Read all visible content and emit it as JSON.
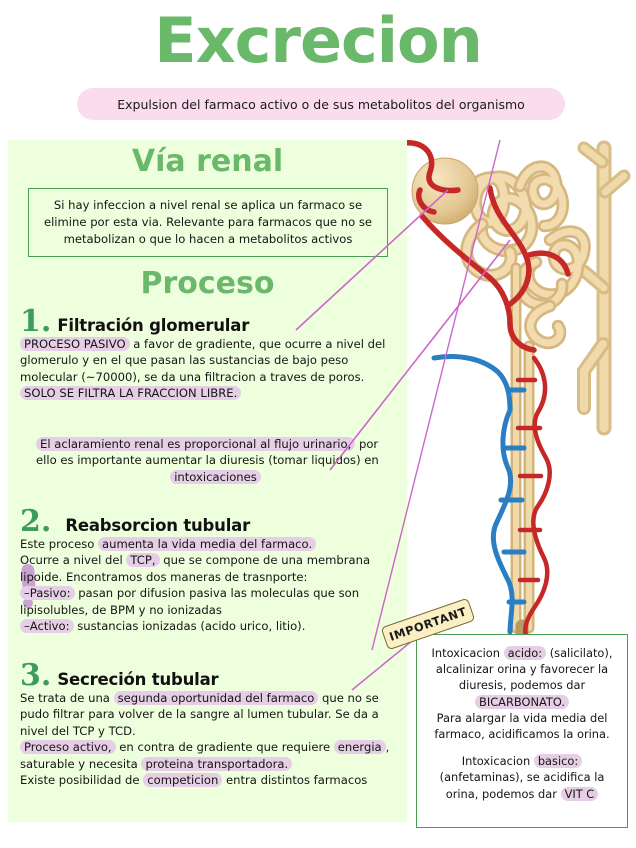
{
  "header": {
    "title": "Excrecion",
    "subtitle": "Expulsion del farmaco activo o de sus metabolitos del organismo"
  },
  "panel": {
    "via_renal_heading": "Vía renal",
    "info_box": "Si hay infeccion a nivel renal se aplica un farmaco se elimine por esta via. Relevante para farmacos que no se metabolizan o que lo hacen a metabolitos activos",
    "proceso_heading": "Proceso"
  },
  "steps": [
    {
      "number": "1.",
      "title": "Filtración glomerular",
      "line1_hl": "PROCESO PASIVO",
      "line1_rest": "a favor de gradiente, que ocurre a nivel del glomerulo y en el que pasan las sustancias de bajo peso molecular (~70000), se da una filtracion a traves de poros.",
      "line2_hl": "SOLO SE FILTRA LA FRACCION LIBRE.",
      "note_hl": "El aclaramiento renal es proporcional al flujo urinario,",
      "note_rest": "por ello es importante aumentar la diuresis (tomar liquidos) en",
      "note_hl2": "intoxicaciones"
    },
    {
      "number": "2.",
      "title": "Reabsorcion tubular",
      "l1_pre": "Este proceso",
      "l1_hl": "aumenta la vida media del farmaco.",
      "l2_pre": "Ocurre a nivel del",
      "l2_hl": "TCP,",
      "l2_post": "que se compone de una membrana lipoide. Encontramos dos maneras de trasnporte:",
      "l3_hl": "–Pasivo:",
      "l3_post": "pasan por difusion pasiva las moleculas que son lipisolubles, de BPM y no ionizadas",
      "l4_hl": "–Activo:",
      "l4_post": "sustancias ionizadas (acido urico, litio)."
    },
    {
      "number": "3.",
      "title": "Secreción tubular",
      "l1_pre": "Se trata de una",
      "l1_hl": "segunda oportunidad del farmaco",
      "l1_post": "que no se pudo filtrar para volver de la sangre al lumen tubular. Se da a nivel del TCP y TCD.",
      "l2_hl": "Proceso activo,",
      "l2_mid": "en contra de gradiente que requiere",
      "l2_hl2": "energia",
      "l2_mid2": ", saturable y necesita",
      "l2_hl3": "proteina transportadora.",
      "l3_pre": "Existe posibilidad de",
      "l3_hl": "competicion",
      "l3_post": "entra distintos farmacos"
    }
  ],
  "important": {
    "tag_label": "IMPORTANT",
    "a_pre": "Intoxicacion",
    "a_hl": "acido:",
    "a_post": "(salicilato), alcalinizar orina y favorecer la diuresis, podemos dar",
    "a_hl2": "BICARBONATO.",
    "a_tail": "Para alargar la vida media del farmaco, acidificamos la orina.",
    "b_pre": "Intoxicacion",
    "b_hl": "basico:",
    "b_post": "(anfetaminas), se acidifica la orina, podemos dar",
    "b_hl2": "VIT C"
  },
  "colors": {
    "title_green": "#6ab86a",
    "panel_green": "#eeffdd",
    "border_green": "#4a9e52",
    "highlight_pink": "#e6cfe6",
    "subtitle_pink": "#fadcec",
    "pointer_magenta": "#cc66cc",
    "tag_cream": "#fbf0c4",
    "number_green": "#3d9b5f",
    "artery_red": "#c62828",
    "vein_blue": "#2a7fc4",
    "tubule_tan": "#e8cf9d"
  },
  "diagram": {
    "name": "nephron-diagram",
    "parts": [
      "glomerulus",
      "bowman-capsule",
      "proximal-convoluted-tubule",
      "distal-convoluted-tubule",
      "loop-of-henle",
      "collecting-duct",
      "afferent-arteriole",
      "efferent-arteriole",
      "peritubular-capillaries",
      "renal-vein"
    ]
  }
}
